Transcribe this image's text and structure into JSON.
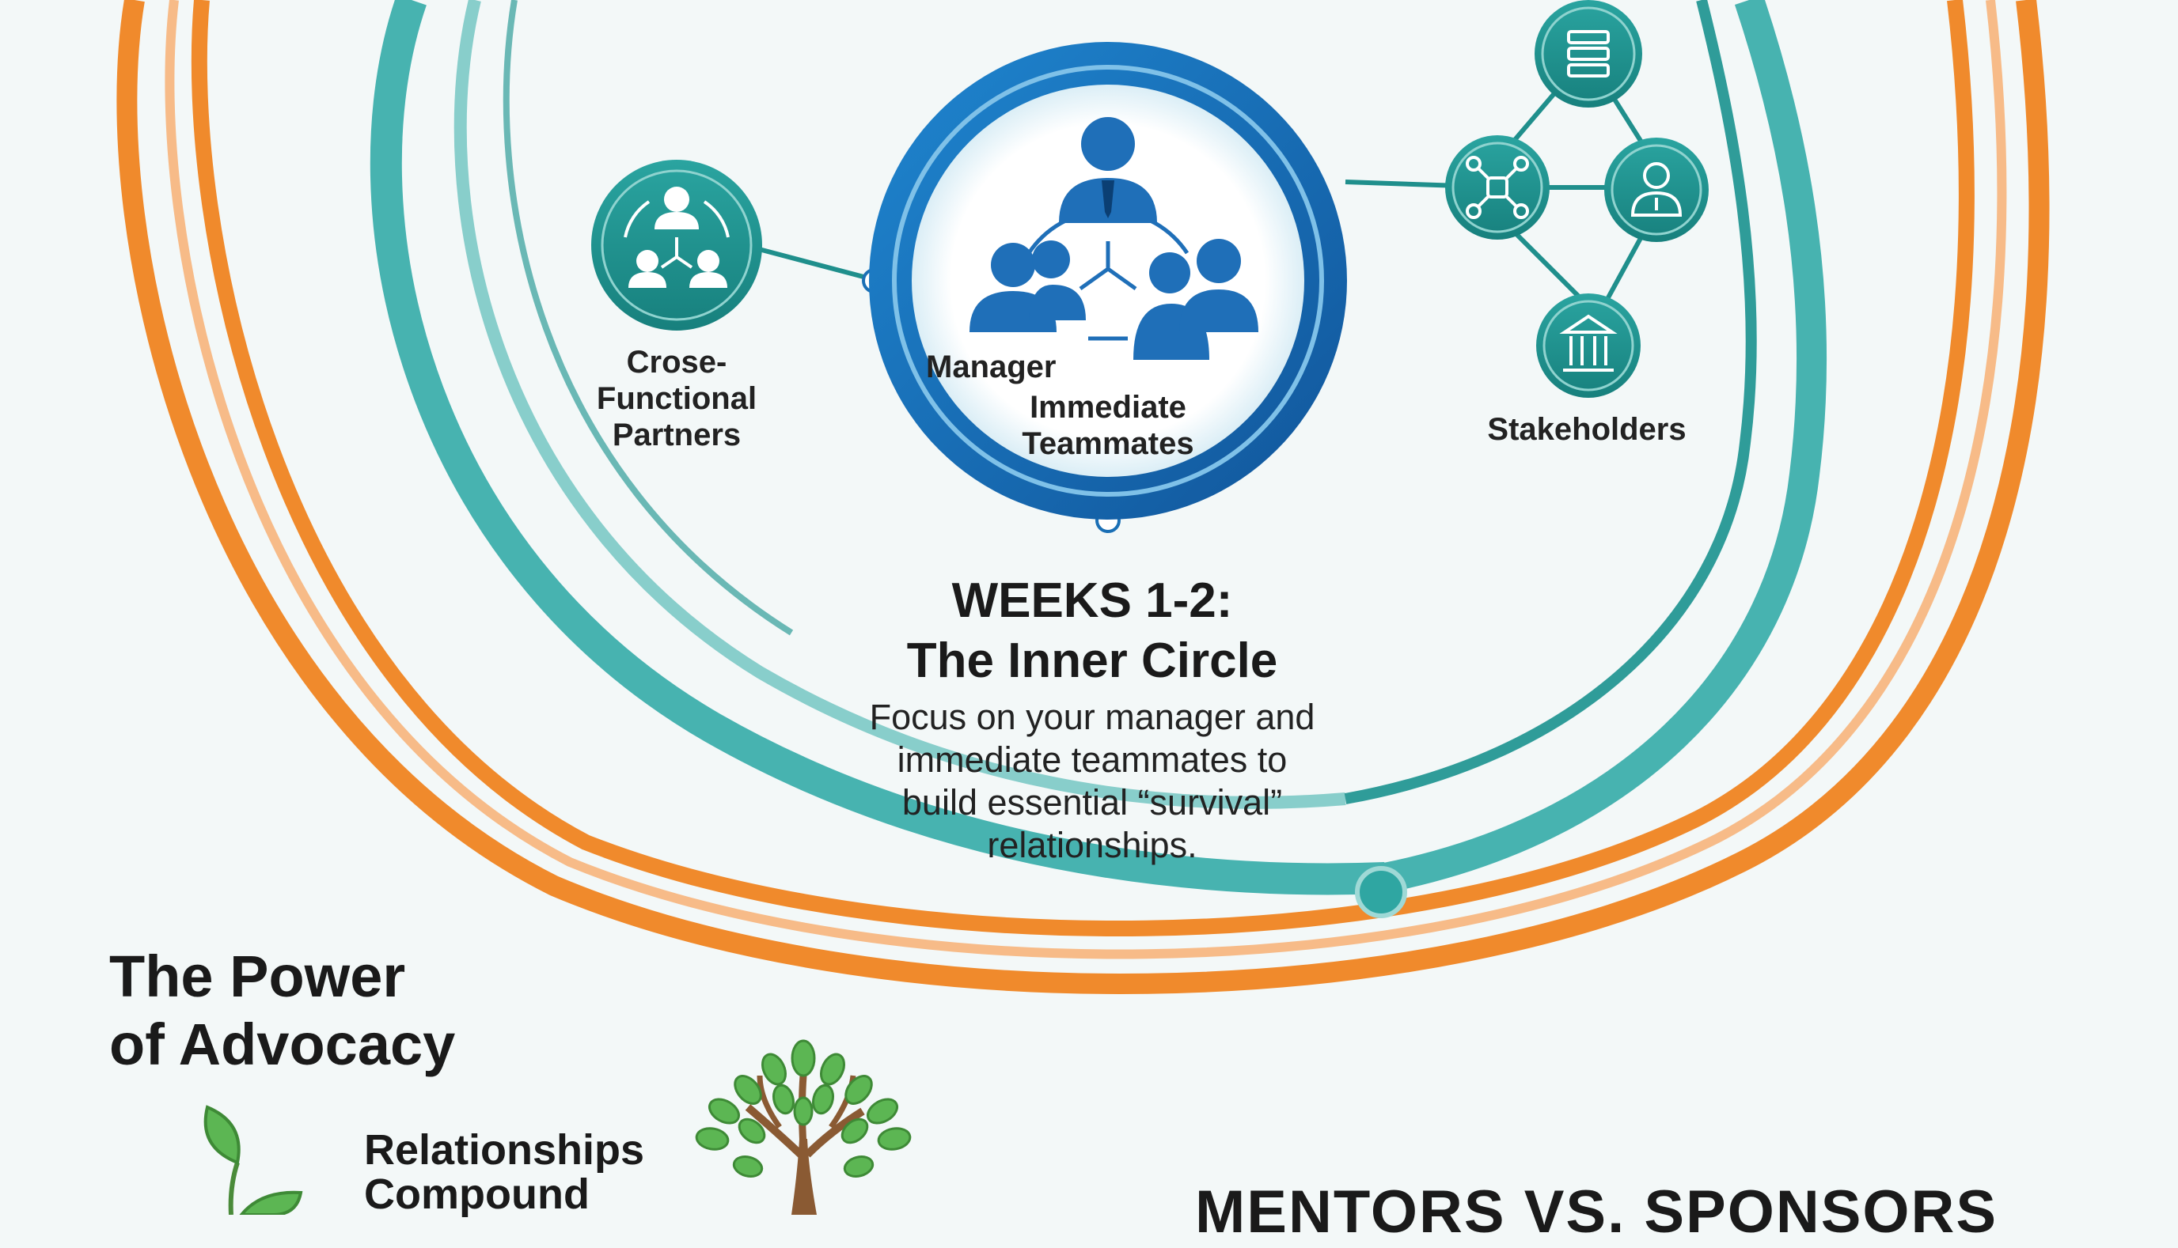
{
  "nodes": {
    "cross_functional": [
      "Crose-",
      "Functional",
      "Partners"
    ],
    "manager": "Manager",
    "immediate_teammates": [
      "Immediate",
      "Teammates"
    ],
    "stakeholders": "Stakeholders"
  },
  "phase": {
    "title": [
      "WEEKS 1-2:",
      "The Inner Circle"
    ],
    "description": [
      "Focus on your manager and",
      "immediate teammates to",
      "build essential “survival”",
      "relationships."
    ]
  },
  "advocacy": {
    "title": [
      "The Power",
      "of Advocacy"
    ],
    "compound": [
      "Relationships",
      "Compound"
    ]
  },
  "mentors_title": "MENTORS VS. SPONSORS",
  "colors": {
    "orange": "#f08a2c",
    "teal": "#47b3b0",
    "blue": "#1a6fb5",
    "icon_teal": "#1f8f8c",
    "leaf_green": "#4fa64a",
    "trunk_brown": "#8a5a33"
  },
  "icons": [
    "team-network-icon",
    "manager-team-icon",
    "server-icon",
    "network-hub-icon",
    "person-id-icon",
    "bank-building-icon",
    "sprout-icon",
    "tree-icon"
  ]
}
